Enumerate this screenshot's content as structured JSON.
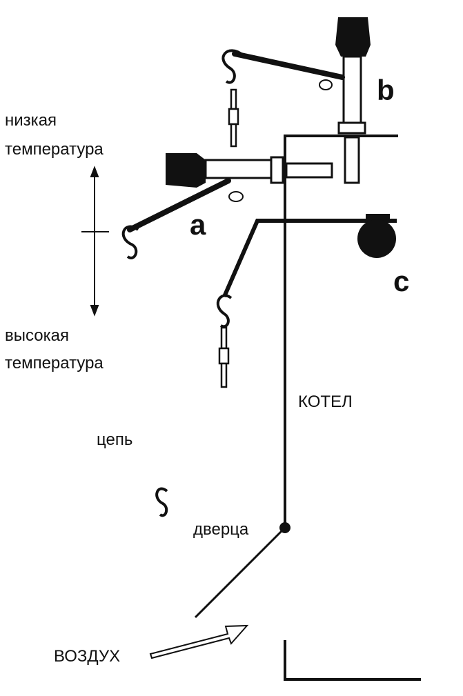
{
  "labels": {
    "low_temp_1": "низкая",
    "low_temp_2": "температура",
    "high_temp_1": "высокая",
    "high_temp_2": "температура",
    "regulator_a": "a",
    "regulator_b": "b",
    "lever_c": "c",
    "boiler": "КОТЕЛ",
    "chain": "цепь",
    "door": "дверца",
    "air": "ВОЗДУХ"
  },
  "colors": {
    "ink": "#111111",
    "background": "#ffffff"
  }
}
